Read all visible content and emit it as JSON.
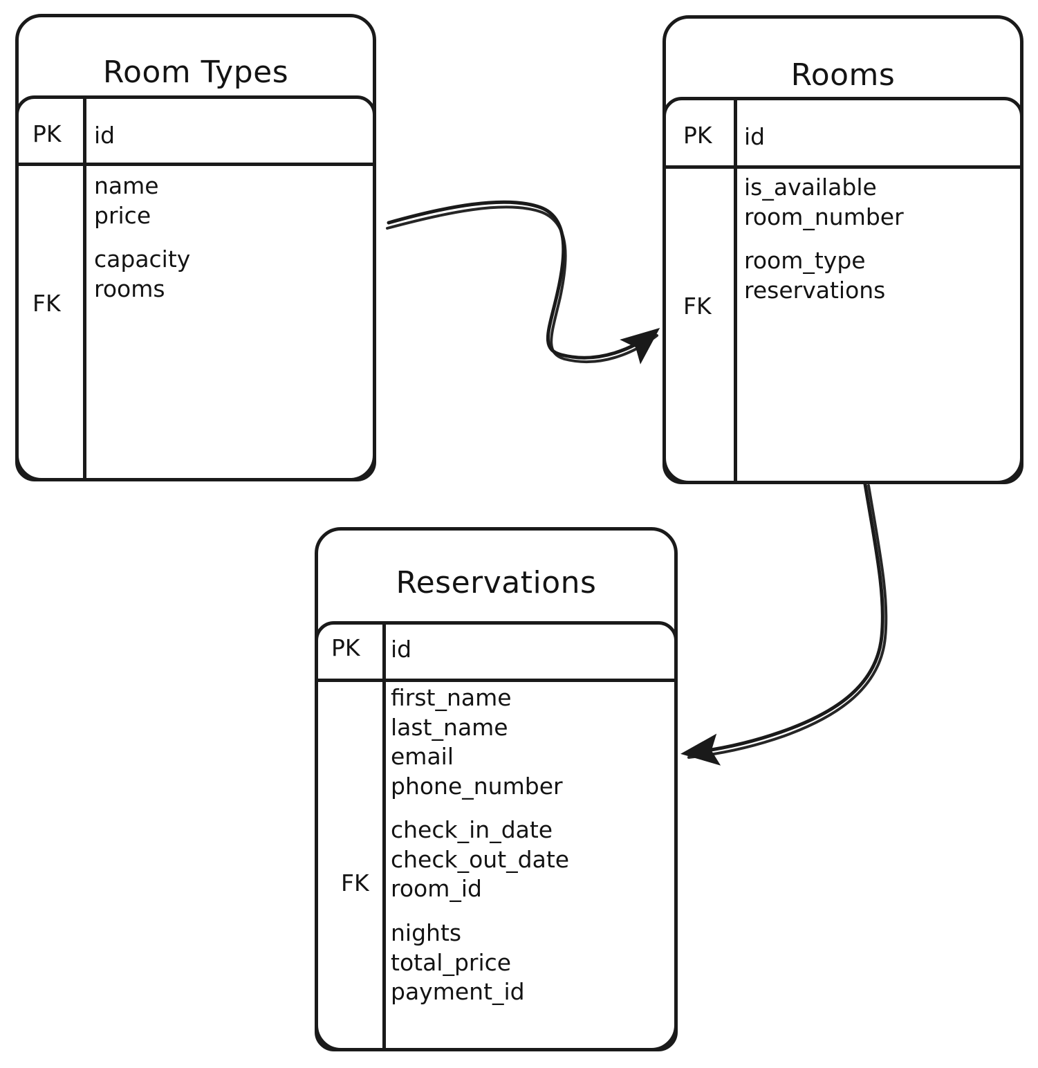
{
  "diagram": {
    "kind": "entity-relationship-diagram",
    "style": "hand-drawn",
    "stroke_color": "#1a1a1a",
    "background_color": "#ffffff",
    "key_labels": {
      "primary": "PK",
      "foreign": "FK"
    }
  },
  "entities": [
    {
      "id": "room-types",
      "title": "Room Types",
      "pk_label": "PK",
      "pk_field": "id",
      "fk_label": "FK",
      "field_groups": [
        [
          "name",
          "price"
        ],
        [
          "capacity",
          "rooms"
        ]
      ]
    },
    {
      "id": "rooms",
      "title": "Rooms",
      "pk_label": "PK",
      "pk_field": "id",
      "fk_label": "FK",
      "field_groups": [
        [
          "is_available",
          "room_number"
        ],
        [
          "room_type",
          "reservations"
        ]
      ]
    },
    {
      "id": "reservations",
      "title": "Reservations",
      "pk_label": "PK",
      "pk_field": "id",
      "fk_label": "FK",
      "field_groups": [
        [
          "first_name",
          "last_name",
          "email",
          "phone_number"
        ],
        [
          "check_in_date",
          "check_out_date",
          "room_id"
        ],
        [
          "nights",
          "total_price",
          "payment_id"
        ]
      ]
    }
  ],
  "relationships": [
    {
      "id": "room-types-to-rooms",
      "from": "room-types",
      "to": "rooms",
      "arrow": "single-head"
    },
    {
      "id": "rooms-to-reservations",
      "from": "rooms",
      "to": "reservations",
      "arrow": "single-head"
    }
  ]
}
